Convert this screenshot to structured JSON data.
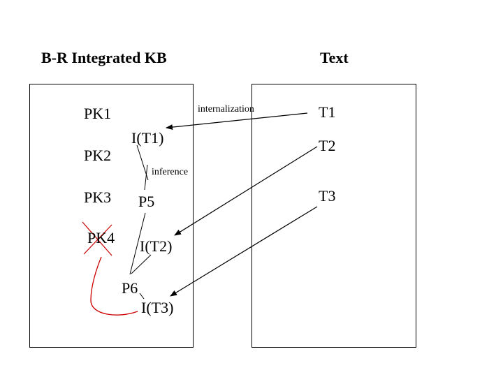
{
  "headers": {
    "left": "B-R Integrated KB",
    "right": "Text"
  },
  "kb_nodes": {
    "pk1": "PK1",
    "pk2": "PK2",
    "pk3": "PK3",
    "pk4": "PK4",
    "it1": "I(T1)",
    "p5": "P5",
    "it2": "I(T2)",
    "p6": "P6",
    "it3": "I(T3)"
  },
  "text_nodes": {
    "t1": "T1",
    "t2": "T2",
    "t3": "T3"
  },
  "edge_labels": {
    "internalization": "internalization",
    "inference": "inference"
  },
  "colors": {
    "stroke": "#000000",
    "cross": "#cc0000"
  }
}
